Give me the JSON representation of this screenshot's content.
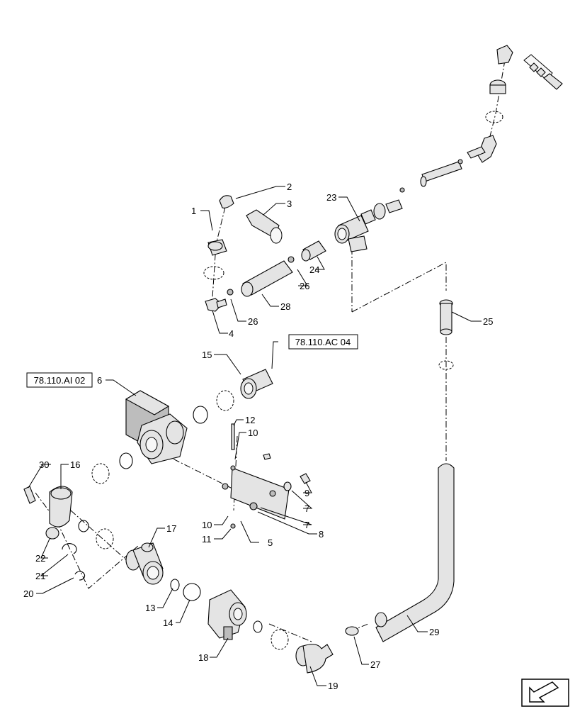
{
  "callouts": {
    "c1": "1",
    "c2": "2",
    "c3": "3",
    "c4": "4",
    "c5": "5",
    "c6": "6",
    "c7a": "7",
    "c7b": "7",
    "c8": "8",
    "c9": "9",
    "c10a": "10",
    "c10b": "10",
    "c11": "11",
    "c12": "12",
    "c13": "13",
    "c14": "14",
    "c15": "15",
    "c16": "16",
    "c17": "17",
    "c18": "18",
    "c19": "19",
    "c20": "20",
    "c21": "21",
    "c22": "22",
    "c23": "23",
    "c24": "24",
    "c25": "25",
    "c26a": "26",
    "c26b": "26",
    "c27": "27",
    "c28": "28",
    "c29": "29",
    "c30": "30"
  },
  "references": {
    "ref_ac04": "78.110.AC 04",
    "ref_ai02": "78.110.AI 02"
  },
  "icons": {
    "nav": "page-arrow-icon"
  }
}
